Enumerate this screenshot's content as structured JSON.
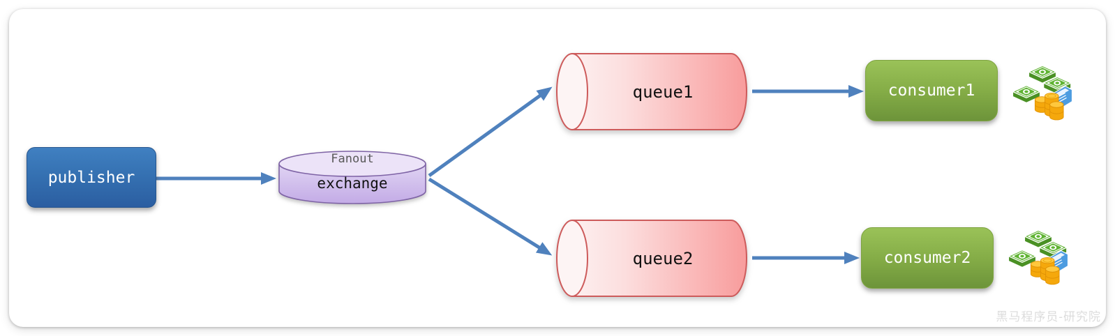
{
  "diagram": {
    "publisher": {
      "label": "publisher"
    },
    "exchange": {
      "mode": "Fanout",
      "label": "exchange"
    },
    "queues": [
      {
        "label": "queue1"
      },
      {
        "label": "queue2"
      }
    ],
    "consumers": [
      {
        "label": "consumer1"
      },
      {
        "label": "consumer2"
      }
    ],
    "watermark": "黑马程序员-研究院",
    "icons": {
      "money": "money-icon"
    },
    "colors": {
      "publisher_top": "#4080c1",
      "publisher_bottom": "#2b5ea1",
      "exchange_top": "#ece3f8",
      "exchange_body": "#cdb9ea",
      "exchange_border": "#7e63a5",
      "queue_light": "#fdf1f1",
      "queue_dark": "#f89c9c",
      "queue_border": "#cd5b5b",
      "consumer_top": "#9ac258",
      "consumer_bottom": "#6d943a",
      "arrow": "#4f81bd",
      "money_green": "#5fb332",
      "money_gold": "#f5a80c",
      "money_blue": "#4d9ce0"
    }
  }
}
